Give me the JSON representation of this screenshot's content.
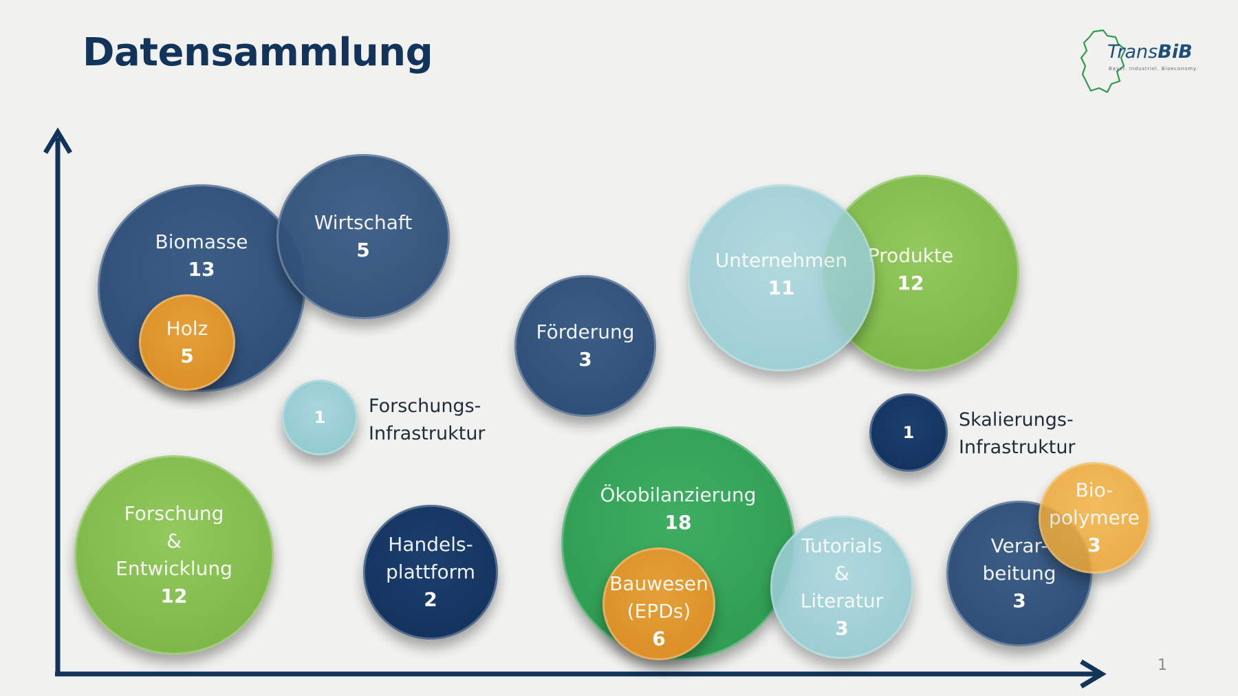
{
  "title": "Datensammlung",
  "logo": {
    "name_prefix": "Trans",
    "name_suffix": "BiB",
    "tagline": "Bayer. Industriel. Bioeconomy."
  },
  "page_number": "1",
  "bubbles": {
    "biomasse": {
      "label": "Biomasse",
      "count": "13"
    },
    "holz": {
      "label": "Holz",
      "count": "5"
    },
    "wirtschaft": {
      "label": "Wirtschaft",
      "count": "5"
    },
    "forschungs_infra": {
      "count": "1",
      "side_label_1": "Forschungs-",
      "side_label_2": "Infrastruktur"
    },
    "foerderung": {
      "label": "Förderung",
      "count": "3"
    },
    "unternehmen": {
      "label": "Unternehmen",
      "count": "11"
    },
    "produkte": {
      "label": "Produkte",
      "count": "12"
    },
    "skalierungs_infra": {
      "count": "1",
      "side_label_1": "Skalierungs-",
      "side_label_2": "Infrastruktur"
    },
    "forschung_entwicklung": {
      "label_1": "Forschung",
      "label_2": "&",
      "label_3": "Entwicklung",
      "count": "12"
    },
    "handelsplattform": {
      "label_1": "Handels-",
      "label_2": "plattform",
      "count": "2"
    },
    "oekobilanzierung": {
      "label": "Ökobilanzierung",
      "count": "18"
    },
    "bauwesen": {
      "label_1": "Bauwesen",
      "label_2": "(EPDs)",
      "count": "6"
    },
    "tutorials": {
      "label_1": "Tutorials",
      "label_2": "&",
      "label_3": "Literatur",
      "count": "3"
    },
    "verarbeitung": {
      "label_1": "Verar-",
      "label_2": "beitung",
      "count": "3"
    },
    "biopolymere": {
      "label_1": "Bio-",
      "label_2": "polymere",
      "count": "3"
    }
  },
  "colors": {
    "title": "#12345a",
    "axis": "#12345a",
    "navy": "#2b4a73",
    "dark_navy": "#10305a",
    "teal": "#8cc6cd",
    "lime": "#76b243",
    "green": "#2a974f",
    "orange": "#d88a1f"
  }
}
